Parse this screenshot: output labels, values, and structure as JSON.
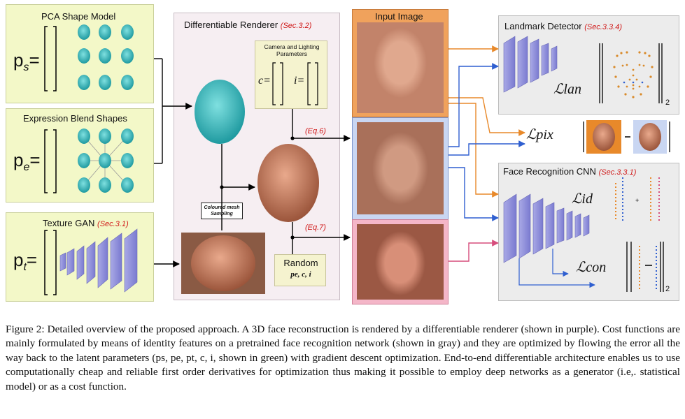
{
  "pca": {
    "title": "PCA Shape Model",
    "var": "p",
    "sub": "s"
  },
  "expr": {
    "title": "Expression Blend Shapes",
    "var": "p",
    "sub": "e"
  },
  "tex": {
    "title": "Texture GAN",
    "ref": "(Sec.3.1)",
    "var": "p",
    "sub": "t"
  },
  "renderer": {
    "title": "Differentiable Renderer",
    "ref": "(Sec.3.2)",
    "cam_title": "Camera and Lighting Parameters",
    "c_label": "c=",
    "i_label": "i=",
    "mesh_label": "Coloured mesh Sampling",
    "random_title": "Random",
    "random_vars": "pe, c, i"
  },
  "eq6": "(Eq.6)",
  "eq7": "(Eq.7)",
  "input": {
    "title": "Input Image"
  },
  "landmark": {
    "title": "Landmark Detector",
    "ref": "(Sec.3.3.4)",
    "loss": "ℒlan",
    "sub2": "2"
  },
  "pix": {
    "loss": "ℒpix"
  },
  "facerec": {
    "title": "Face Recognition CNN",
    "ref": "(Sec.3.3.1)",
    "loss_id": "ℒid",
    "loss_con": "ℒcon",
    "sub2": "2"
  },
  "caption": "Figure 2: Detailed overview of the proposed approach. A 3D face reconstruction is rendered by a differentiable renderer (shown in purple). Cost functions are mainly formulated by means of identity features on a pretrained face recognition network (shown in gray) and they are optimized by flowing the error all the way back to the latent parameters (ps, pe, pt, c, i, shown in green) with gradient descent optimization. End-to-end differentiable architecture enables us to use computationally cheap and reliable first order derivatives for optimization thus making it possible to employ deep networks as a generator (i.e,. statistical model) or as a cost function.",
  "colors": {
    "green_bg": "#f3f8c8",
    "purple_bg": "#f6eef2",
    "gray_bg": "#ececec",
    "red": "#d01818",
    "orange": "#e8892a",
    "blue": "#2f5fd0",
    "pink": "#d64d7c"
  }
}
